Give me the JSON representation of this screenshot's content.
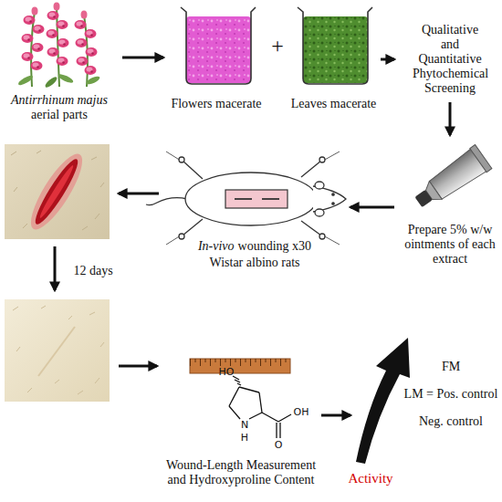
{
  "diagram": {
    "nodes": [
      {
        "text": [
          "Antirrhinum majus",
          "aerial parts"
        ]
      },
      {
        "text": [
          "Flowers macerate"
        ]
      },
      {
        "text": [
          "Leaves macerate"
        ]
      },
      {
        "text": [
          "Qualitative and Quantitative Phytochemical Screening"
        ]
      },
      {
        "text": [
          "Prepare 5% w/w ointments of each extract"
        ]
      },
      {
        "text": [
          "In-vivo",
          "wounding x30 Wistar albino rats"
        ]
      },
      {
        "text": [
          "Wound-Length Measurement and Hydroxyproline Content"
        ]
      }
    ],
    "edges": [
      {
        "from": 0,
        "to": 1,
        "arrow": "to"
      },
      {
        "from": 2,
        "to": 3,
        "arrow": "to"
      },
      {
        "from": 3,
        "to": 4,
        "arrow": "to"
      },
      {
        "from": 4,
        "to": 5,
        "arrow": "to"
      }
    ],
    "labels": [
      "+",
      "12 days",
      "HO",
      "N",
      "H",
      "OH",
      "O",
      "FM",
      "LM = Pos. control",
      "Neg. control",
      "Activity"
    ]
  }
}
